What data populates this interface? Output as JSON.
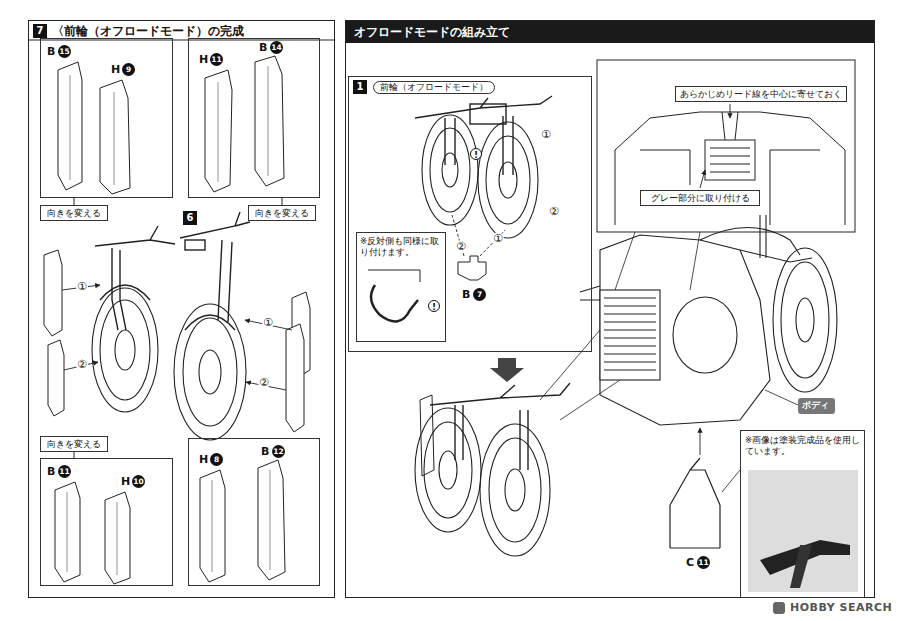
{
  "diagram": {
    "nodes": [
      {
        "text": [
          "7",
          "〈前輪（オフロードモード）の完成"
        ]
      },
      {
        "text": [
          "B",
          "15",
          "H",
          "9"
        ],
        "in": 0
      },
      {
        "text": [
          "H",
          "11",
          "B",
          "14"
        ],
        "in": 0
      },
      {
        "text": [
          "向きを変える"
        ],
        "in": 0
      },
      {
        "text": [
          "向きを変える"
        ],
        "in": 0
      },
      {
        "text": [
          "向きを変える"
        ],
        "in": 0
      },
      {
        "text": [
          "B",
          "11",
          "H",
          "10"
        ],
        "in": 0
      },
      {
        "text": [
          "H",
          "8",
          "B",
          "12"
        ],
        "in": 0
      },
      {
        "text": [
          "オフロードモードの組み立て"
        ]
      },
      {
        "text": [
          "1",
          "前輪（オフロードモード）"
        ],
        "in": 8
      },
      {
        "text": [
          "※反対側も同様に取り付けます。"
        ],
        "in": 9
      },
      {
        "text": [
          "あらかじめリード線を中心に寄せておく"
        ],
        "in": 8
      },
      {
        "text": [
          "グレー部分に取り付ける"
        ],
        "in": 8
      },
      {
        "text": [
          "ボディ"
        ],
        "in": 8
      },
      {
        "text": [
          "※画像は塗装完成品を使用しています。"
        ],
        "in": 8
      }
    ],
    "edges": [
      {
        "from": 1,
        "to": 3,
        "arrow": "none"
      },
      {
        "from": 2,
        "to": 4,
        "arrow": "none"
      },
      {
        "from": 6,
        "to": 5,
        "arrow": "none"
      }
    ],
    "labels": [
      "6",
      "①",
      "②",
      "①",
      "②",
      "①",
      "①",
      "②",
      "②",
      "!",
      "!",
      "B",
      "7",
      "C",
      "11",
      "HOBBY SEARCH"
    ]
  }
}
